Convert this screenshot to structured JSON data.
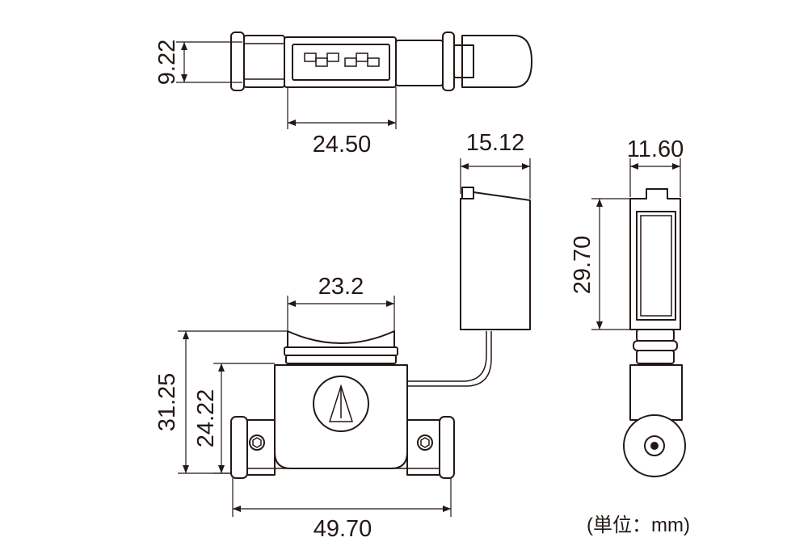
{
  "dimensions": {
    "top_view_height": "9.22",
    "top_view_width": "24.50",
    "pickup_width": "15.12",
    "side_view_width": "11.60",
    "side_view_height": "29.70",
    "saddle_width": "23.2",
    "front_overall_height": "31.25",
    "front_body_height": "24.22",
    "front_overall_width": "49.70"
  },
  "unit_note": "(単位：mm)",
  "colors": {
    "line": "#231815",
    "background": "#ffffff"
  }
}
